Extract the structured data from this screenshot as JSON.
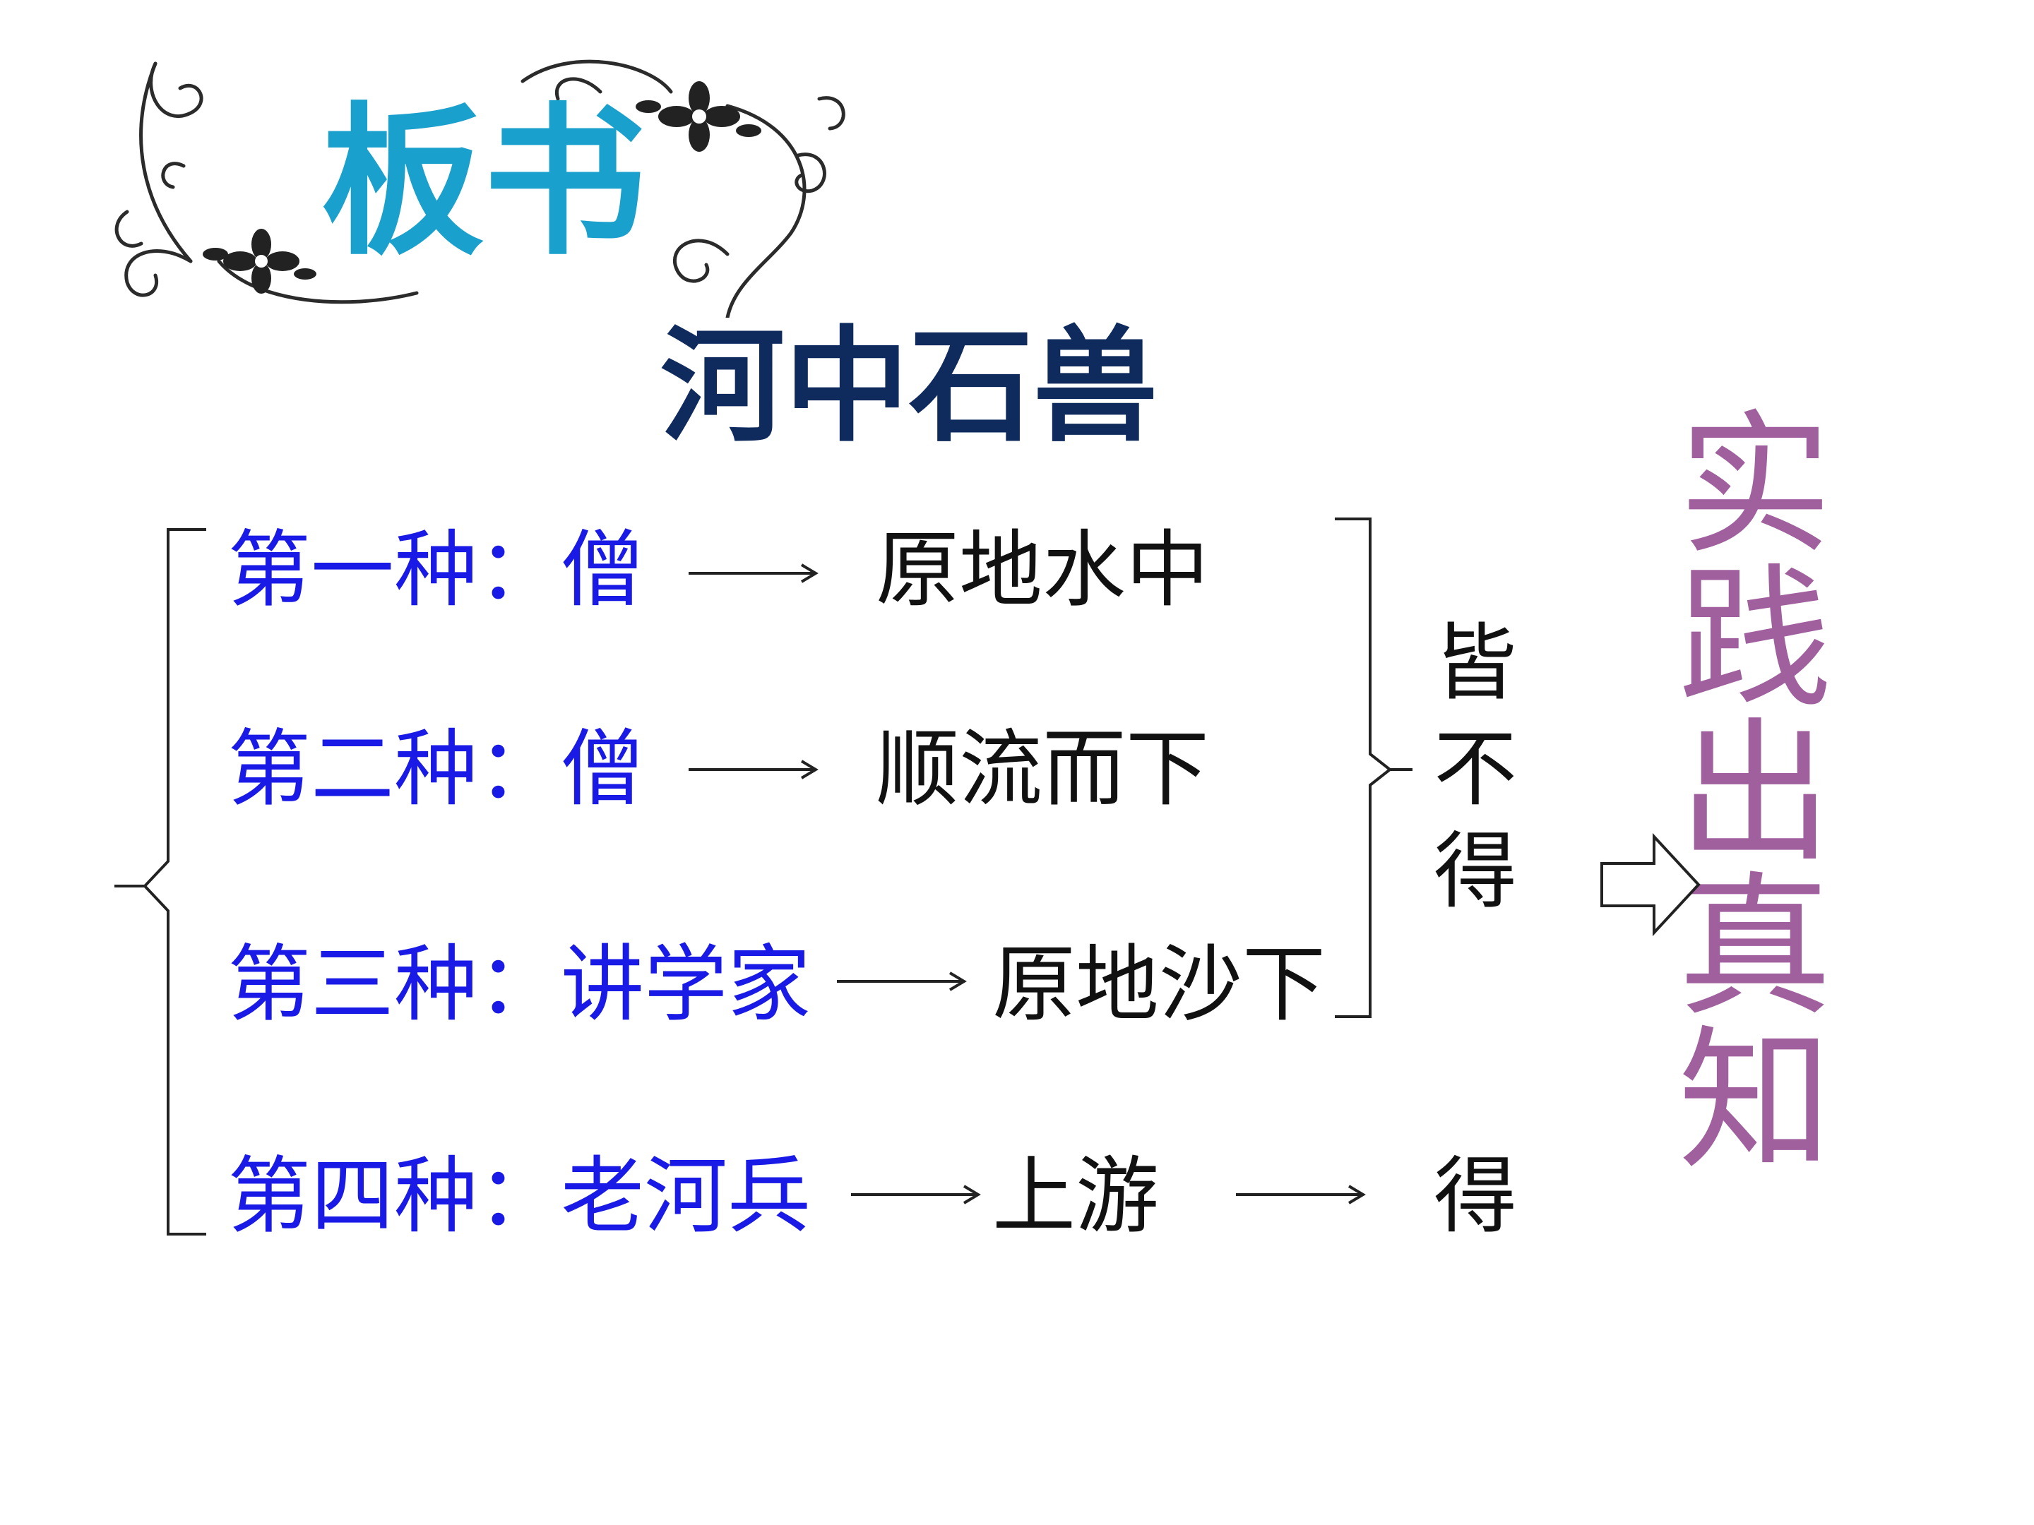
{
  "colors": {
    "board_title": "#1AA0CC",
    "main_title": "#0F2A5C",
    "type_label": "#1A1AE6",
    "result_text": "#111111",
    "conclusion": "#A0609E",
    "lines": "#222222"
  },
  "board_title": "板书",
  "main_title": "河中石兽",
  "rows": [
    {
      "label": "第一种：僧",
      "result": "原地水中"
    },
    {
      "label": "第二种：僧",
      "result": "顺流而下"
    },
    {
      "label": "第三种：讲学家",
      "result": "原地沙下"
    },
    {
      "label": "第四种：老河兵",
      "result": "上游"
    }
  ],
  "group_outcome": [
    "皆",
    "不",
    "得"
  ],
  "fourth_outcome": "得",
  "conclusion": "实践出真知",
  "icons": {
    "ornament": "floral-swirl-ornament-icon",
    "arrow": "right-arrow-icon",
    "hollow_arrow": "hollow-right-arrow-icon"
  }
}
